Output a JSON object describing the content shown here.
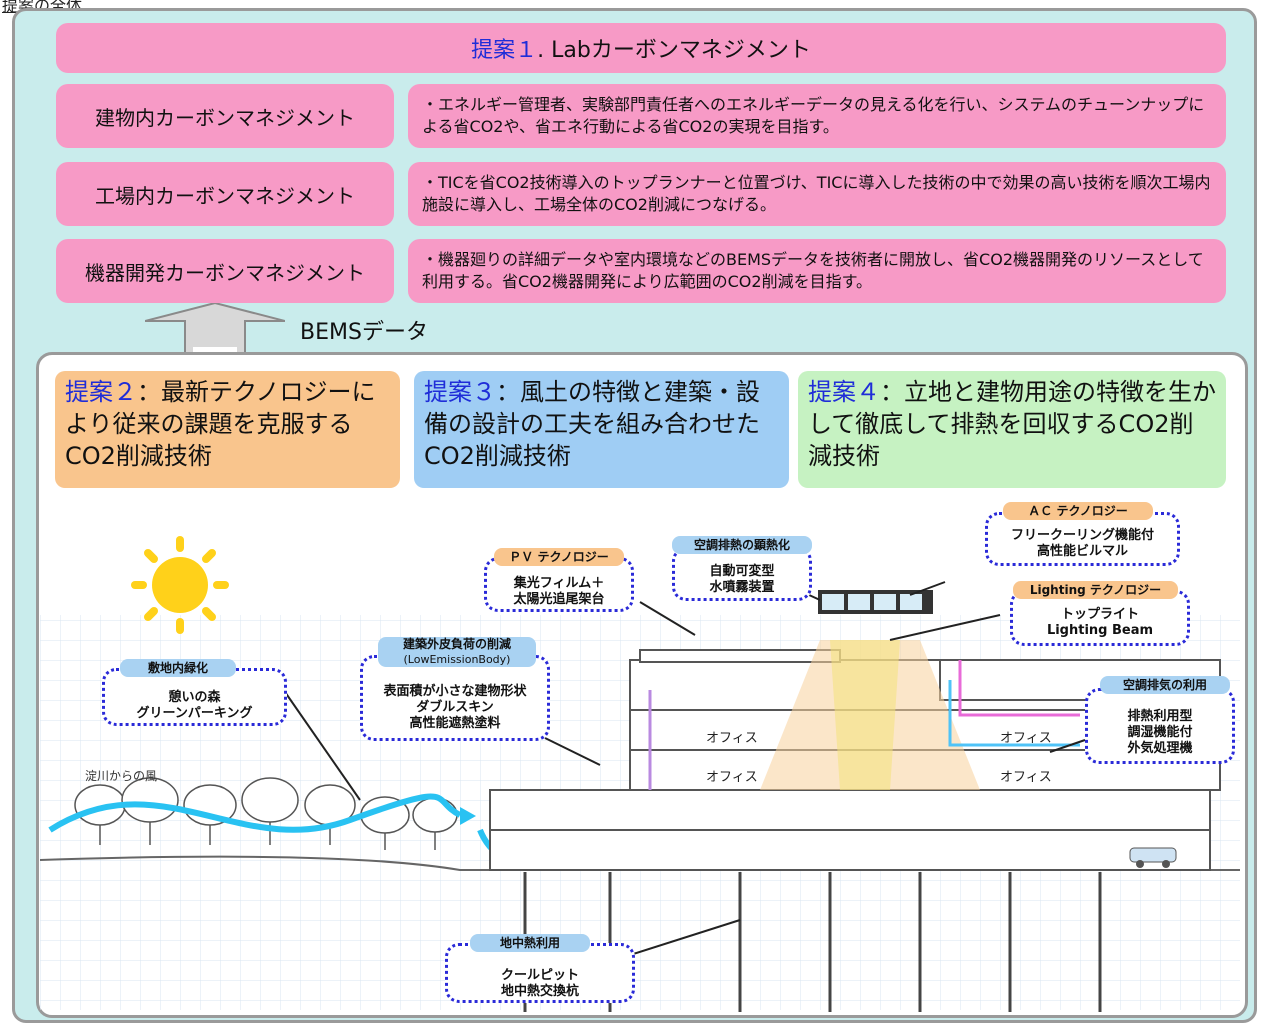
{
  "header_label": "提案の全体",
  "title_bar": {
    "prefix": "提案１",
    "text": ". Labカーボンマネジメント"
  },
  "rows": [
    {
      "label": "建物内カーボンマネジメント",
      "desc": "・エネルギー管理者、実験部門責任者へのエネルギーデータの見える化を行い、システムのチューンナップによる省CO2や、省エネ行動による省CO2の実現を目指す。"
    },
    {
      "label": "工場内カーボンマネジメント",
      "desc": "・TICを省CO2技術導入のトップランナーと位置づけ、TICに導入した技術の中で効果の高い技術を順次工場内施設に導入し、工場全体のCO2削減につなげる。"
    },
    {
      "label": "機器開発カーボンマネジメント",
      "desc": "・機器廻りの詳細データや室内環境などのBEMSデータを技術者に開放し、省CO2機器開発のリソースとして利用する。省CO2機器開発により広範囲のCO2削減を目指す。"
    }
  ],
  "bems_label": "BEMSデータ",
  "proposals": [
    {
      "prefix": "提案２",
      "text": "：最新テクノロジーにより従来の課題を克服するCO2削減技術"
    },
    {
      "prefix": "提案３",
      "text": "：風土の特徴と建築・設備の設計の工夫を組み合わせたCO2削減技術"
    },
    {
      "prefix": "提案４",
      "text": "：立地と建物用途の特徴を生かして徹底して排熱を回収するCO2削減技術"
    }
  ],
  "callouts": {
    "site_green": {
      "tag": "敷地内緑化",
      "lines": [
        "憩いの森",
        "グリーンパーキング"
      ]
    },
    "envelope": {
      "tag": "建築外皮負荷の削減",
      "sub": "(LowEmissionBody)",
      "lines": [
        "表面積が小さな建物形状",
        "ダブルスキン",
        "高性能遮熱塗料"
      ]
    },
    "pv": {
      "tag": "ＰＶ テクノロジー",
      "lines": [
        "集光フィルム＋",
        "太陽光追尾架台"
      ]
    },
    "heat_exhaust": {
      "tag": "空調排熱の顕熱化",
      "lines": [
        "自動可変型",
        "水噴霧装置"
      ]
    },
    "ac": {
      "tag": "ＡＣ テクノロジー",
      "lines": [
        "フリークーリング機能付",
        "高性能ビルマル"
      ]
    },
    "lighting": {
      "tag": "Lighting テクノロジー",
      "lines": [
        "トップライト",
        "Lighting Beam"
      ]
    },
    "exhaust_use": {
      "tag": "空調排気の利用",
      "lines": [
        "排熱利用型",
        "調湿機能付",
        "外気処理機"
      ]
    },
    "geothermal": {
      "tag": "地中熱利用",
      "lines": [
        "クールピット",
        "地中熱交換杭"
      ]
    }
  },
  "wind_label": "淀川からの風",
  "office_label": "オフィス",
  "colors": {
    "panel_bg": "#c9ecec",
    "pink": "#f79ac6",
    "accent_blue": "#1f2dd8",
    "orange": "#f9c58d",
    "light_blue": "#9fcdf4",
    "light_green": "#c6f2c2"
  }
}
